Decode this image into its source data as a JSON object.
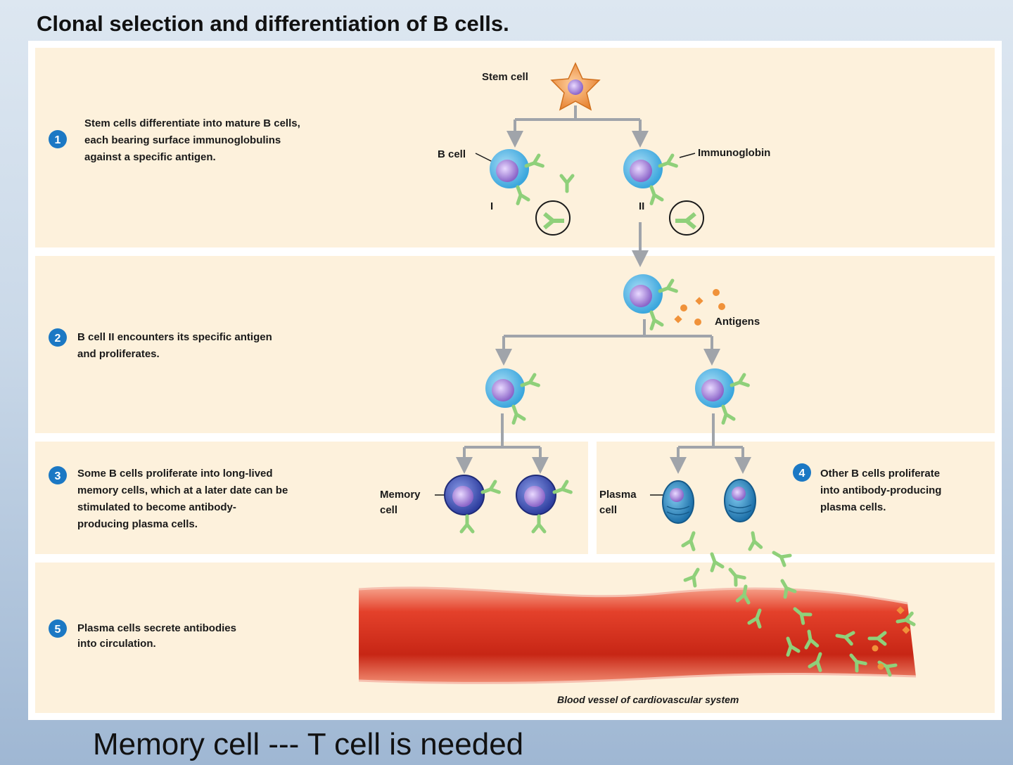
{
  "title": "Clonal selection and differentiation of B cells.",
  "steps": [
    {
      "number": "1",
      "lines": [
        "Stem cells differentiate into mature B cells,",
        "each bearing surface immunoglobulins",
        "against a specific antigen."
      ]
    },
    {
      "number": "2",
      "lines": [
        "B cell II encounters its specific antigen",
        "and proliferates."
      ]
    },
    {
      "number": "3",
      "lines": [
        "Some B cells proliferate into long-lived",
        "memory cells, which at a later date can be",
        "stimulated to become antibody-",
        "producing plasma cells."
      ]
    },
    {
      "number": "4",
      "lines": [
        "Other B cells proliferate",
        "into antibody-producing",
        "plasma cells."
      ]
    },
    {
      "number": "5",
      "lines": [
        "Plasma cells secrete antibodies",
        "into circulation."
      ]
    }
  ],
  "labels": {
    "stem_cell": "Stem cell",
    "b_cell": "B cell",
    "immunoglobin": "Immunoglobin",
    "clone_one": "I",
    "clone_two": "II",
    "antigens": "Antigens",
    "memory_cell": [
      "Memory",
      "cell"
    ],
    "plasma_cell": [
      "Plasma",
      "cell"
    ],
    "blood_vessel": "Blood vessel of cardiovascular system"
  },
  "footer": "Memory cell --- T cell is needed",
  "colors": {
    "panel": "#fdf1dc",
    "step_circle": "#1b78c4",
    "b_cell": "#5bb8e8",
    "nucleus": "#9b7fd1",
    "memory_cell": "#3d52b8",
    "plasma_cell": "#2f8fc8",
    "antibody": "#8fd07a",
    "antigen": "#f0923a",
    "stem_cell": "#f29a4a",
    "vessel": "#e8402a",
    "arrow": "#a0a4aa"
  }
}
